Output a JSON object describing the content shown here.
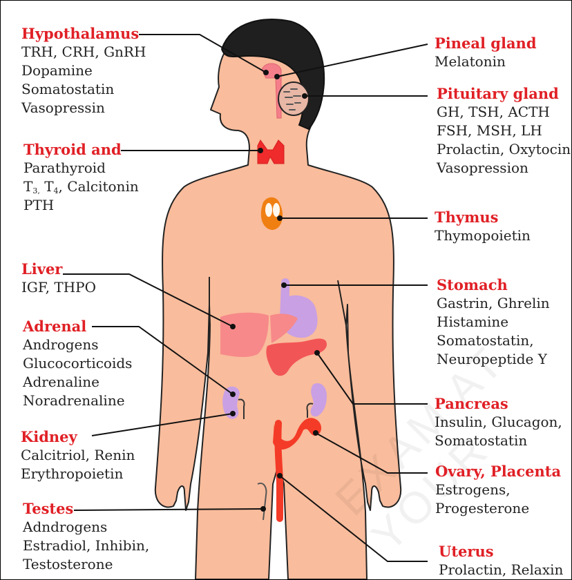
{
  "hypothalamus": {
    "title": "Hypothalamus",
    "lines": [
      "TRH, CRH, GnRH",
      "Dopamine",
      "Somatostatin",
      "Vasopressin"
    ]
  },
  "thyroid": {
    "title": "Thyroid and",
    "line1": "Parathyroid",
    "t3": "T",
    "t3_sub": "3,",
    "t4": " T",
    "t4_sub": "4",
    "t_rest": ", Calcitonin",
    "line3": "PTH"
  },
  "liver": {
    "title": "Liver",
    "lines": [
      "IGF, THPO"
    ]
  },
  "adrenal": {
    "title": "Adrenal",
    "lines": [
      "Androgens",
      "Glucocorticoids",
      "Adrenaline",
      "Noradrenaline"
    ]
  },
  "kidney": {
    "title": "Kidney",
    "lines": [
      "Calcitriol, Renin",
      "Erythropoietin"
    ]
  },
  "testes": {
    "title": "Testes",
    "lines": [
      "Adndrogens",
      "Estradiol, Inhibin,",
      "Testosterone"
    ]
  },
  "pineal": {
    "title": "Pineal gland",
    "lines": [
      "Melatonin"
    ]
  },
  "pituitary": {
    "title": "Pituitary gland",
    "lines": [
      "GH, TSH, ACTH",
      "FSH, MSH, LH",
      "Prolactin, Oxytocin",
      "Vasopression"
    ]
  },
  "thymus": {
    "title": "Thymus",
    "lines": [
      "Thymopoietin"
    ]
  },
  "stomach": {
    "title": "Stomach",
    "lines": [
      "Gastrin, Ghrelin",
      "Histamine",
      "Somatostatin,",
      "Neuropeptide Y"
    ]
  },
  "pancreas": {
    "title": "Pancreas",
    "lines": [
      "Insulin, Glucagon,",
      "Somatostatin"
    ]
  },
  "ovary": {
    "title": "Ovary, Placenta",
    "lines": [
      "Estrogens,",
      "Progesterone"
    ]
  },
  "uterus": {
    "title": "Uterus",
    "lines": [
      "Prolactin, Relaxin"
    ]
  },
  "colors": {
    "title": "#e02026",
    "text": "#222222",
    "skin": "#f9bc9c",
    "hair": "#1f1f1f",
    "thyroid": "#ef2b2b",
    "thymus": "#f07f12",
    "liver": "#f7898a",
    "pancreas": "#f25555",
    "stomach": "#c9a0e3",
    "kidney": "#c9a0e3",
    "reproductive": "#f43b27"
  },
  "watermark": "EXAM AT YOUR"
}
